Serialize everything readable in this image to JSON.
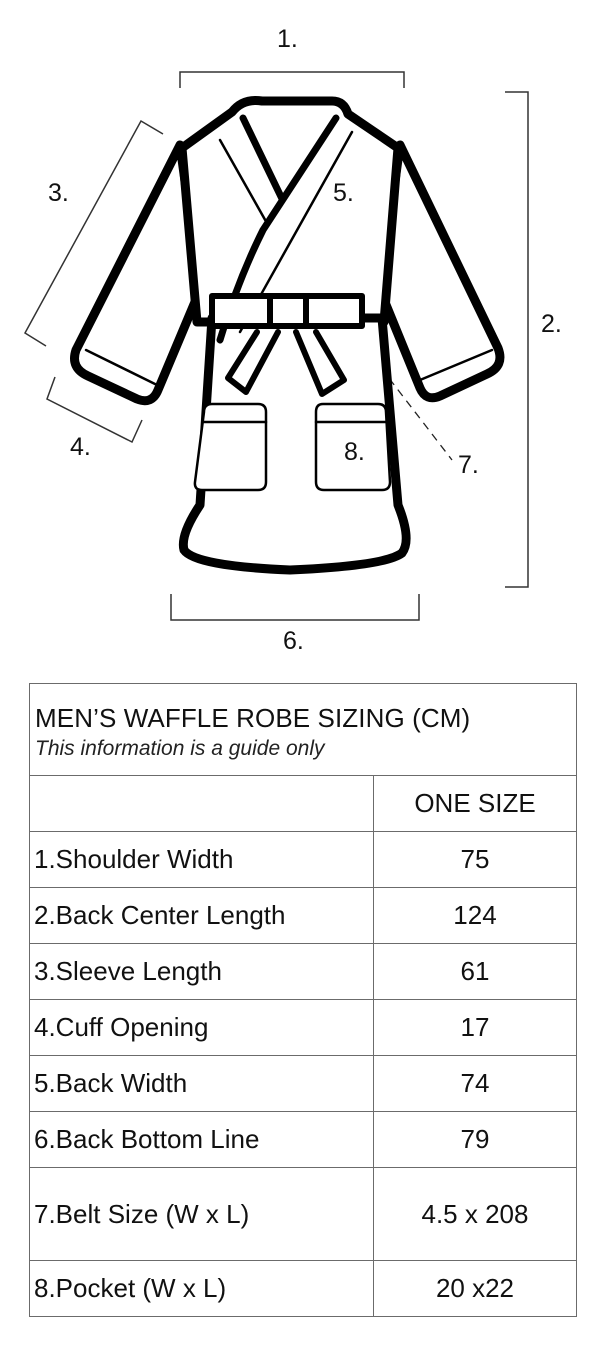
{
  "diagram": {
    "subject": "bathrobe-outline",
    "labels": {
      "l1": "1.",
      "l2": "2.",
      "l3": "3.",
      "l4": "4.",
      "l5": "5.",
      "l6": "6.",
      "l7": "7.",
      "l8": "8."
    }
  },
  "table": {
    "title": "MEN’S WAFFLE ROBE SIZING (CM)",
    "subtitle": "This information is a guide only",
    "size_header": "ONE SIZE",
    "rows": [
      {
        "label": "1.Shoulder Width",
        "value": "75"
      },
      {
        "label": "2.Back Center Length",
        "value": "124"
      },
      {
        "label": "3.Sleeve Length",
        "value": "61"
      },
      {
        "label": "4.Cuff Opening",
        "value": "17"
      },
      {
        "label": "5.Back Width",
        "value": "74"
      },
      {
        "label": "6.Back Bottom Line",
        "value": "79"
      },
      {
        "label": "7.Belt Size (W x L)",
        "value": "4.5 x 208"
      },
      {
        "label": "8.Pocket (W x L)",
        "value": "20 x22"
      }
    ]
  }
}
